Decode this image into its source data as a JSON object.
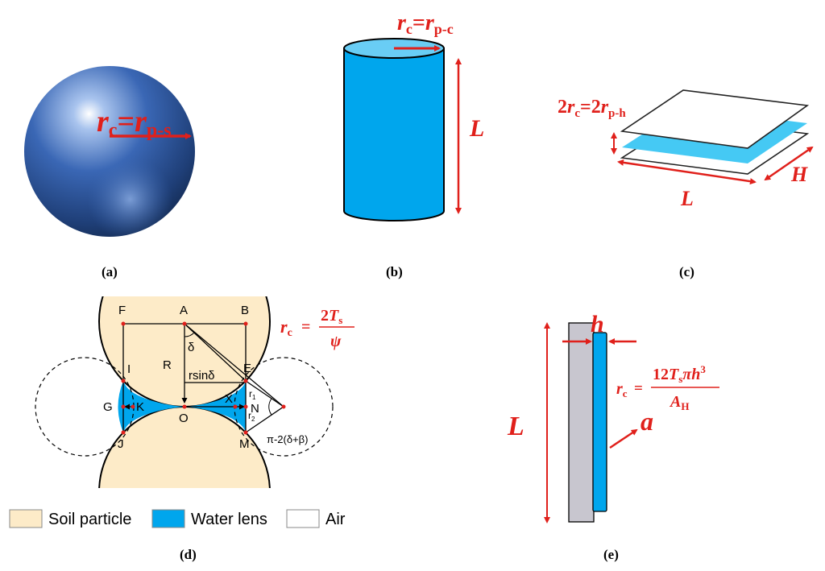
{
  "panels": {
    "a": {
      "label": "(a)",
      "formula": {
        "r": "r",
        "c": "c",
        "eq": "=",
        "r2": "r",
        "sub": "p-s"
      }
    },
    "b": {
      "label": "(b)",
      "formula": {
        "r": "r",
        "c": "c",
        "eq": "=",
        "r2": "r",
        "sub": "p-c"
      },
      "length": "L"
    },
    "c": {
      "label": "(c)",
      "formula": {
        "two": "2",
        "r": "r",
        "c": "c",
        "eq": "=2",
        "r2": "r",
        "sub": "p-h"
      },
      "length": "L",
      "height": "H"
    },
    "d": {
      "label": "(d)",
      "points": {
        "F": "F",
        "A": "A",
        "B": "B",
        "I": "I",
        "E": "E",
        "G": "G",
        "K": "K",
        "O": "O",
        "X": "X",
        "N": "N",
        "J": "J",
        "M": "M"
      },
      "labels": {
        "R": "R",
        "delta": "δ",
        "rsin": "rsinδ",
        "r1": "r",
        "r1sub": "1",
        "r2": "r",
        "r2sub": "2",
        "angle": "π-2(δ+β)"
      },
      "formula": {
        "r": "r",
        "c": "c",
        "eq": "=",
        "num2": "2",
        "T": "T",
        "Tsub": "s",
        "den": "ψ"
      },
      "legend": [
        {
          "label": "Soil particle",
          "color": "#fdebc8"
        },
        {
          "label": "Water lens",
          "color": "#00a6ed"
        },
        {
          "label": "Air",
          "color": "#ffffff"
        }
      ]
    },
    "e": {
      "label": "(e)",
      "h": "h",
      "L": "L",
      "a": "a",
      "formula": {
        "r": "r",
        "c": "c",
        "eq": "=",
        "num": "12",
        "T": "T",
        "Tsub": "s",
        "pi": "π",
        "h": "h",
        "exp": "3",
        "A": "A",
        "Asub": "H"
      }
    }
  },
  "colors": {
    "red": "#e0201b",
    "water": "#00a6ed",
    "soil": "#fdebc8",
    "sphere": "#3a67b5",
    "plate": "#c8c6cf"
  }
}
